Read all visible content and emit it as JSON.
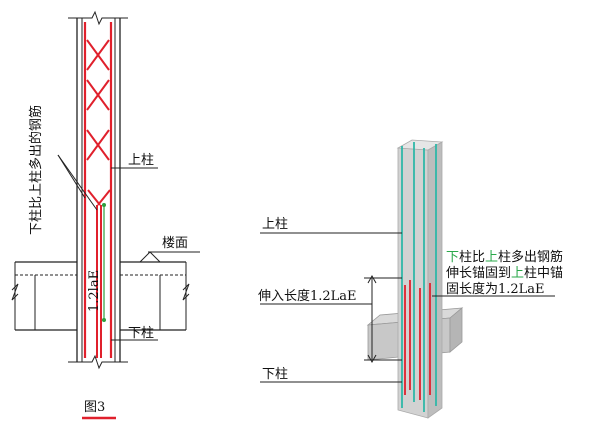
{
  "left": {
    "vertical_note": "下柱比上柱多出的钢筋",
    "upper_column": "上柱",
    "floor_surface": "楼面",
    "anchor_length": "1.2laE",
    "lower_column": "下柱",
    "figure_caption": "图3"
  },
  "right": {
    "upper_column": "上柱",
    "extend_length": "伸入长度1.2LaE",
    "lower_column": "下柱",
    "note_line1": [
      "下",
      "柱比",
      "上",
      "柱多出钢筋"
    ],
    "note_line2": [
      "伸长锚固到",
      "上",
      "柱中锚"
    ],
    "note_line3": "固长度为1.2LaE"
  },
  "colors": {
    "rebar_red": "#e0202c",
    "stirrup_red": "#e0202c",
    "dim_green": "#2e9e3e",
    "cyan_bar": "#2fb7a8",
    "note_green": "#2aa84a",
    "caption_underline": "#e0202c"
  }
}
